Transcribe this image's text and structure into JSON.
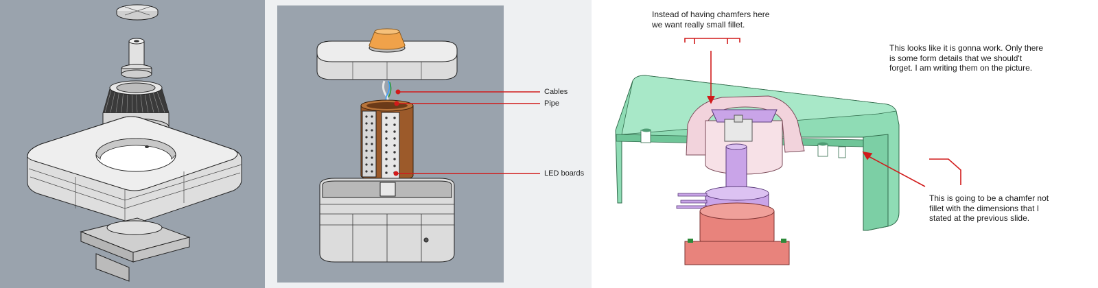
{
  "middle_panel": {
    "callouts": {
      "cables": "Cables",
      "pipe": "Pipe",
      "led_boards": "LED boards"
    }
  },
  "right_panel": {
    "notes": {
      "top_left_line1": "Instead of having chamfers here",
      "top_left_line2": "we want really small fillet.",
      "top_right_line1": "This looks like it is gonna work. Only there",
      "top_right_line2": "is some form details that we should't",
      "top_right_line3": "forget. I am writing them on the picture.",
      "bottom_right_line1": "This is going to be a chamfer not",
      "bottom_right_line2": "fillet with the dimensions that I",
      "bottom_right_line3": "stated at the previous slide."
    }
  },
  "colors": {
    "cad_background": "#9aa3ad",
    "annotation_red": "#d11a1a",
    "housing_green": "#8fdcb5",
    "inner_pink": "#f2d3dc",
    "shaft_purple": "#c9a4e8",
    "base_salmon": "#e8837c",
    "pipe_brown": "#9c5a2a",
    "cap_orange": "#f0a24a"
  }
}
